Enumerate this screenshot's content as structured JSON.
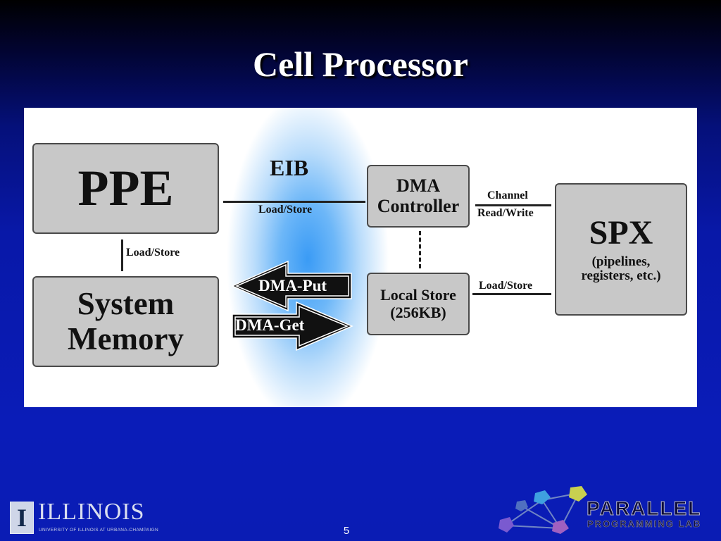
{
  "slide": {
    "title": "Cell Processor",
    "page_number": "5"
  },
  "diagram": {
    "ppe": "PPE",
    "system_memory": [
      "System",
      "Memory"
    ],
    "eib": "EIB",
    "eib_load_store": "Load/Store",
    "ppe_memory_load_store": "Load/Store",
    "dma_controller": [
      "DMA",
      "Controller"
    ],
    "local_store": [
      "Local Store",
      "(256KB)"
    ],
    "channel_read_write": [
      "Channel",
      "Read/Write"
    ],
    "spx_load_store": "Load/Store",
    "spx": {
      "title": "SPX",
      "details": [
        "(pipelines,",
        "registers, etc.)"
      ]
    },
    "dma_put": "DMA-Put",
    "dma_get": "DMA-Get"
  },
  "footer": {
    "illinois_mark": "I",
    "illinois_word": "ILLINOIS",
    "illinois_sub": "UNIVERSITY OF ILLINOIS AT URBANA-CHAMPAIGN",
    "lab_title": "PARALLEL",
    "lab_subtitle": "PROGRAMMING LAB"
  },
  "colors": {
    "box_fill": "#c8c8c8",
    "glow": "#3a9bf5",
    "background": "#0a1cb8"
  }
}
